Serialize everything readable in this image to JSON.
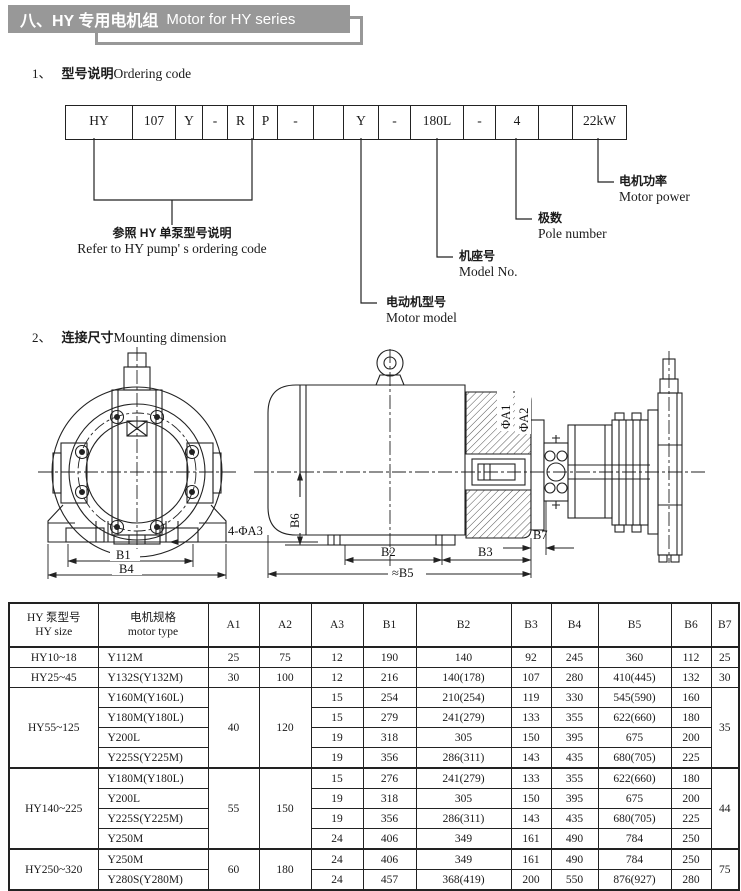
{
  "banner": {
    "title_zh": "八、HY 专用电机组",
    "title_en": "Motor for HY series"
  },
  "sections": {
    "ordering": {
      "number": "1、",
      "title_zh": "型号说明",
      "title_en": "Ordering code"
    },
    "mounting": {
      "number": "2、",
      "title_zh": "连接尺寸",
      "title_en": "Mounting dimension"
    }
  },
  "ordering_code": {
    "cells": [
      "HY",
      "107",
      "Y",
      "-",
      "R",
      "P",
      "-",
      "",
      "Y",
      "-",
      "180L",
      "-",
      "4",
      "",
      "22kW"
    ],
    "labels": {
      "pump_code": {
        "zh": "参照 HY 单泵型号说明",
        "en": "Refer to HY pump' s ordering code"
      },
      "motor_model": {
        "zh": "电动机型号",
        "en": "Motor model"
      },
      "model_no": {
        "zh": "机座号",
        "en": "Model No."
      },
      "pole_number": {
        "zh": "极数",
        "en": "Pole number"
      },
      "motor_power": {
        "zh": "电机功率",
        "en": "Motor power"
      }
    }
  },
  "drawing": {
    "b1": "B1",
    "b2": "B2",
    "b3": "B3",
    "b4": "B4",
    "b5": "≈B5",
    "b6": "B6",
    "b7": "B7",
    "a3": "4-ΦA3",
    "a1": "ΦA1",
    "a2": "ΦA2"
  },
  "table": {
    "header": {
      "col1_zh": "HY 泵型号",
      "col1_en": "HY size",
      "col2_zh": "电机规格",
      "col2_en": "motor type",
      "dims": [
        "A1",
        "A2",
        "A3",
        "B1",
        "B2",
        "B3",
        "B4",
        "B5",
        "B6",
        "B7"
      ]
    },
    "groups": [
      {
        "size": "HY10~18",
        "a1": "25",
        "a2": "75",
        "b7": "25",
        "rows": [
          {
            "motor": "Y112M",
            "vals": [
              "12",
              "190",
              "140",
              "92",
              "245",
              "360",
              "112"
            ]
          }
        ]
      },
      {
        "size": "HY25~45",
        "a1": "30",
        "a2": "100",
        "b7": "30",
        "rows": [
          {
            "motor": "Y132S(Y132M)",
            "vals": [
              "12",
              "216",
              "140(178)",
              "107",
              "280",
              "410(445)",
              "132"
            ]
          }
        ]
      },
      {
        "size": "HY55~125",
        "a1": "40",
        "a2": "120",
        "b7": "35",
        "rows": [
          {
            "motor": "Y160M(Y160L)",
            "vals": [
              "15",
              "254",
              "210(254)",
              "119",
              "330",
              "545(590)",
              "160"
            ]
          },
          {
            "motor": "Y180M(Y180L)",
            "vals": [
              "15",
              "279",
              "241(279)",
              "133",
              "355",
              "622(660)",
              "180"
            ]
          },
          {
            "motor": "Y200L",
            "vals": [
              "19",
              "318",
              "305",
              "150",
              "395",
              "675",
              "200"
            ]
          },
          {
            "motor": "Y225S(Y225M)",
            "vals": [
              "19",
              "356",
              "286(311)",
              "143",
              "435",
              "680(705)",
              "225"
            ]
          }
        ]
      },
      {
        "size": "HY140~225",
        "a1": "55",
        "a2": "150",
        "b7": "44",
        "rows": [
          {
            "motor": "Y180M(Y180L)",
            "vals": [
              "15",
              "276",
              "241(279)",
              "133",
              "355",
              "622(660)",
              "180"
            ]
          },
          {
            "motor": "Y200L",
            "vals": [
              "19",
              "318",
              "305",
              "150",
              "395",
              "675",
              "200"
            ]
          },
          {
            "motor": "Y225S(Y225M)",
            "vals": [
              "19",
              "356",
              "286(311)",
              "143",
              "435",
              "680(705)",
              "225"
            ]
          },
          {
            "motor": "Y250M",
            "vals": [
              "24",
              "406",
              "349",
              "161",
              "490",
              "784",
              "250"
            ]
          }
        ]
      },
      {
        "size": "HY250~320",
        "a1": "60",
        "a2": "180",
        "b7": "75",
        "rows": [
          {
            "motor": "Y250M",
            "vals": [
              "24",
              "406",
              "349",
              "161",
              "490",
              "784",
              "250"
            ]
          },
          {
            "motor": "Y280S(Y280M)",
            "vals": [
              "24",
              "457",
              "368(419)",
              "200",
              "550",
              "876(927)",
              "280"
            ]
          }
        ]
      }
    ]
  },
  "colors": {
    "banner_bg": "#989898",
    "line": "#222222"
  }
}
